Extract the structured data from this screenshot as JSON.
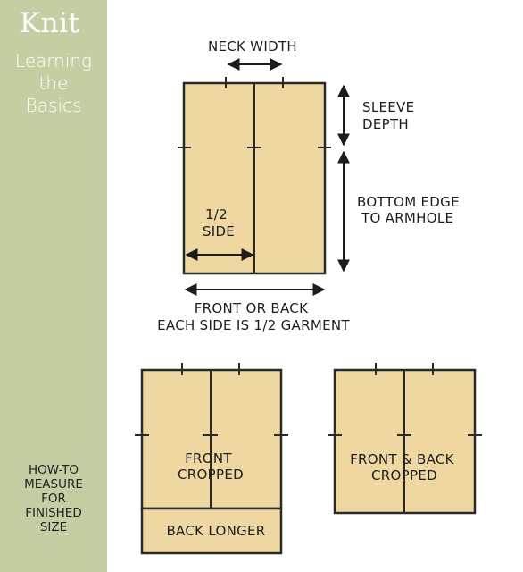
{
  "sidebar": {
    "title": "Knit",
    "subtitle_lines": [
      "Learning",
      "the",
      "Basics"
    ],
    "caption_lines": [
      "HOW-TO",
      "MEASURE",
      "FOR",
      "FINISHED",
      "SIZE"
    ]
  },
  "diagram_top": {
    "neck_width": "NECK WIDTH",
    "sleeve_depth_lines": [
      "SLEEVE",
      "DEPTH"
    ],
    "bottom_edge_lines": [
      "BOTTOM EDGE",
      "TO ARMHOLE"
    ],
    "half_side_lines": [
      "1/2",
      "SIDE"
    ],
    "caption_lines": [
      "FRONT OR BACK",
      "EACH SIDE  IS 1/2 GARMENT"
    ]
  },
  "diagram_cropped": {
    "front_lines": [
      "FRONT",
      "CROPPED"
    ],
    "back_longer": "BACK LONGER"
  },
  "diagram_both_cropped": {
    "label_lines": [
      "FRONT & BACK",
      "CROPPED"
    ]
  },
  "colors": {
    "panel_fill": "#efd7a1",
    "outline": "#2a2a2a",
    "sidebar": "#c3cfa3"
  }
}
